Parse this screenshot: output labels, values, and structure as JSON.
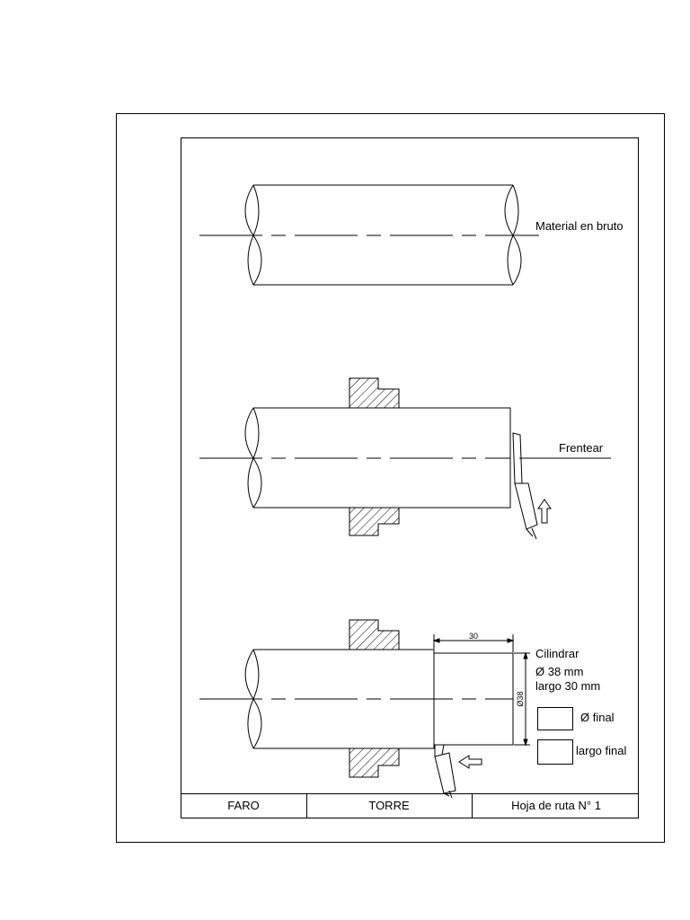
{
  "stages": [
    {
      "label": "Material en bruto"
    },
    {
      "label": "Frentear"
    },
    {
      "label": "Cilindrar",
      "specs": [
        "Ø 38 mm",
        "largo 30 mm"
      ],
      "dimensions": {
        "length": "30",
        "diameter": "Ø38"
      },
      "checkboxes": [
        "Ø final",
        "largo final"
      ]
    }
  ],
  "title_block": {
    "left": "FARO",
    "center": "TORRE",
    "right": "Hoja de ruta N° 1"
  },
  "colors": {
    "line": "#000000",
    "background": "#ffffff"
  }
}
